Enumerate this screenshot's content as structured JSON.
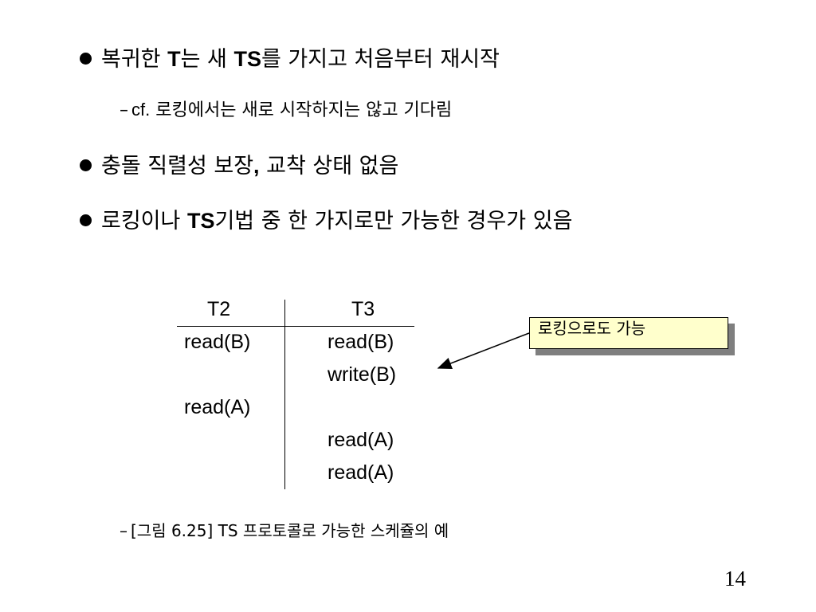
{
  "bullets": [
    {
      "pre": "복귀한 ",
      "b1": "T",
      "mid": "는 새 ",
      "b2": "TS",
      "post": "를 가지고 처음부터 재시작"
    },
    {
      "main": "충돌 직렬성 보장",
      "b": ",",
      "post": " 교착 상태 없음"
    },
    {
      "pre": "로킹이나 ",
      "b": "TS",
      "post": "기법 중 한 가지로만 가능한 경우가 있음"
    }
  ],
  "sub_note": {
    "dash": "–",
    "prefix": "cf.",
    "text": " 로킹에서는 새로 시작하지는 않고 기다림"
  },
  "schedule": {
    "headers": [
      "T2",
      "T3"
    ],
    "t2_ops": [
      "read(B)",
      "read(A)"
    ],
    "t3_ops": [
      "read(B)",
      "write(B)",
      "read(A)",
      "read(A)"
    ]
  },
  "callout": {
    "text": "로킹으로도 가능"
  },
  "caption": {
    "dash": "–",
    "text": "[그림 6.25] TS 프로토콜로 가능한 스케쥴의 예"
  },
  "page_number": "14"
}
